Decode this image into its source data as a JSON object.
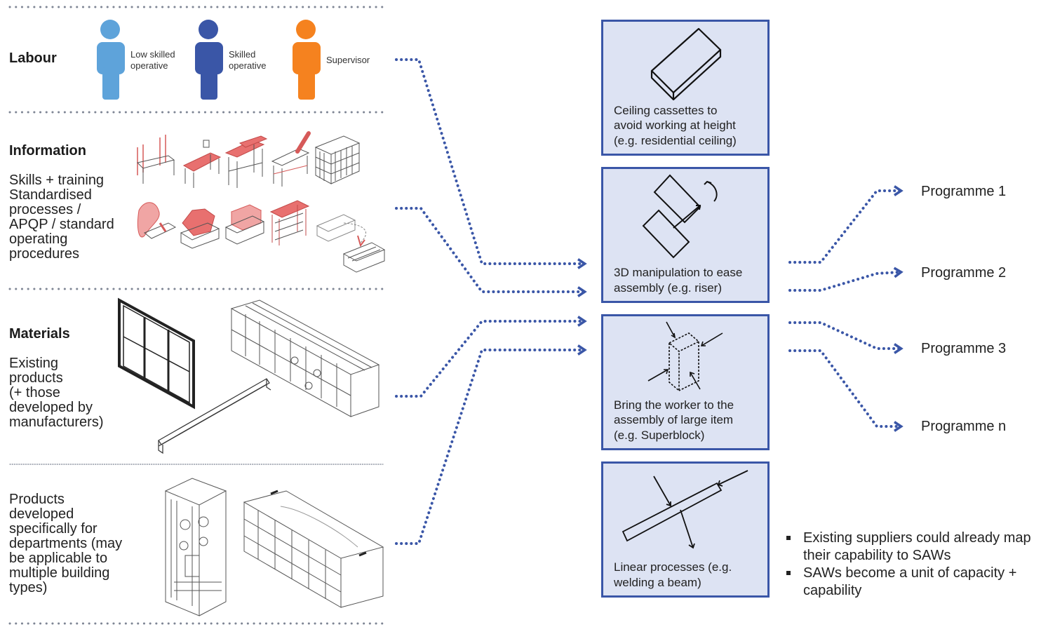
{
  "sections": {
    "labour": {
      "heading": "Labour",
      "figures": [
        {
          "label": "Low skilled\noperative",
          "color": "#5ea3da"
        },
        {
          "label": "Skilled\noperative",
          "color": "#3a56a7"
        },
        {
          "label": "Supervisor",
          "color": "#f5821f"
        }
      ]
    },
    "information": {
      "heading": "Information",
      "text": "Skills + training\nStandardised\nprocesses /\nAPQP / standard\noperating\nprocedures"
    },
    "materials": {
      "heading": "Materials",
      "text": "Existing\nproducts\n(+ those\ndeveloped by\nmanufacturers)"
    },
    "products": {
      "text": "Products\ndeveloped\nspecifically for\ndepartments (may\nbe applicable to\nmultiple building\ntypes)"
    }
  },
  "saw_boxes": [
    {
      "text": "Ceiling cassettes to\navoid working at height\n(e.g. residential ceiling)",
      "icon": "ceiling-cassette-icon"
    },
    {
      "text": "3D manipulation to ease\nassembly (e.g. riser)",
      "icon": "rotation-manipulation-icon"
    },
    {
      "text": "Bring the worker to the\nassembly of large item\n(e.g. Superblock)",
      "icon": "large-item-assembly-icon"
    },
    {
      "text": "Linear processes (e.g.\nwelding a beam)",
      "icon": "linear-beam-icon"
    }
  ],
  "programmes": [
    "Programme 1",
    "Programme 2",
    "Programme 3",
    "Programme n"
  ],
  "bullets": [
    "Existing suppliers could already map their capability to SAWs",
    "SAWs become a unit of capacity + capability"
  ],
  "colors": {
    "accent_blue": "#3a56a7",
    "box_fill": "#dde3f3",
    "light_blue": "#5ea3da",
    "orange": "#f5821f",
    "red_highlight": "#e8706f"
  }
}
